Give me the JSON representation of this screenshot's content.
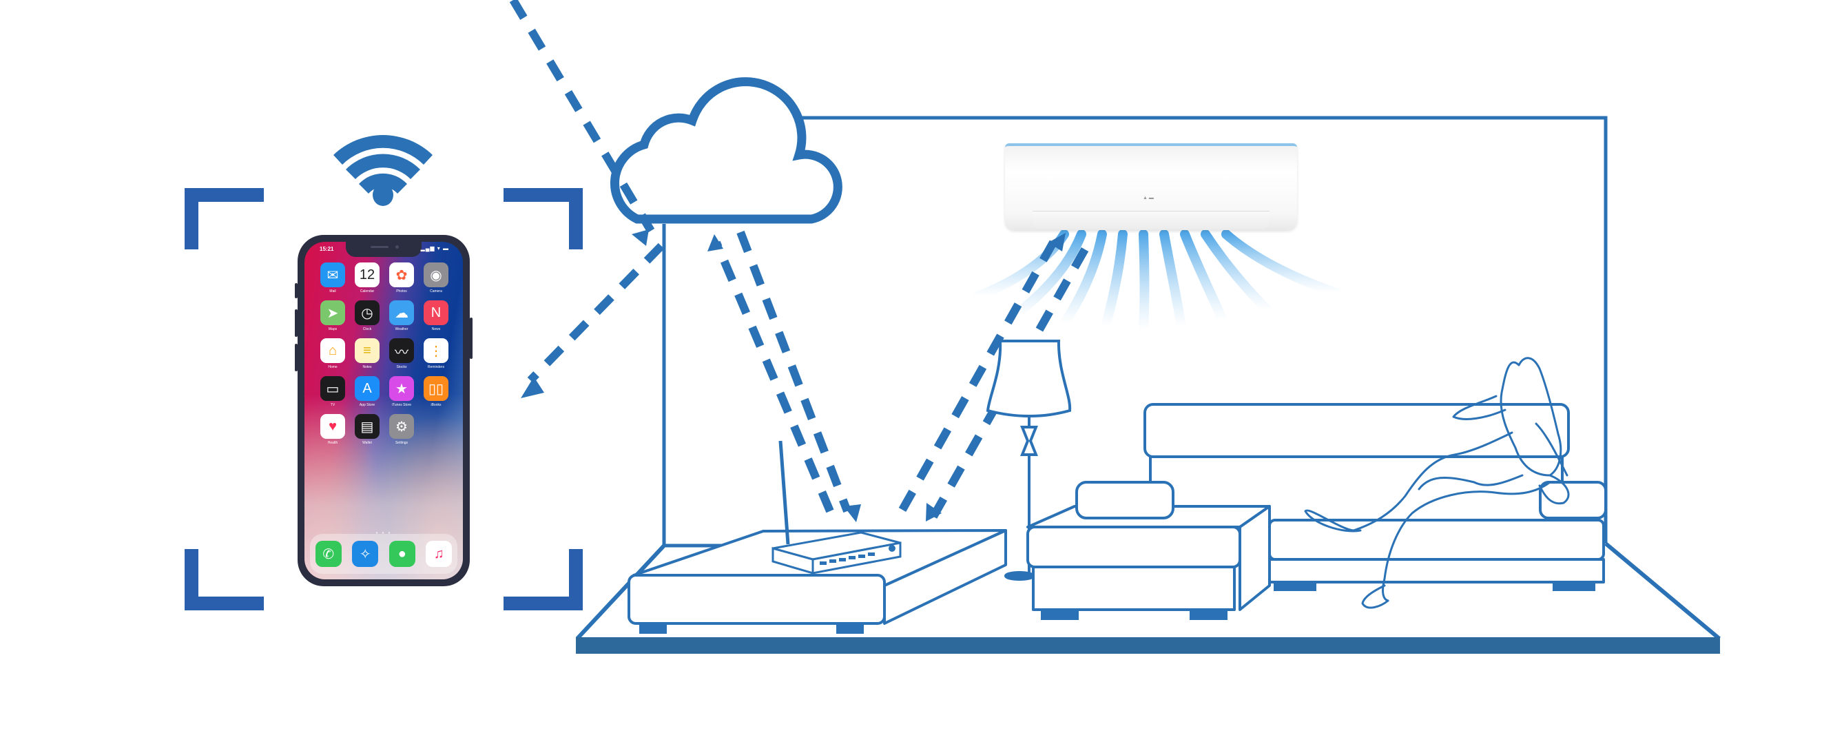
{
  "diagram": {
    "title": "Smart air conditioner control via phone, cloud and Wi-Fi router",
    "nodes": [
      {
        "id": "phone",
        "label": "Smartphone"
      },
      {
        "id": "wifi",
        "label": "Wi-Fi signal"
      },
      {
        "id": "cloud",
        "label": "Cloud"
      },
      {
        "id": "router",
        "label": "Wi-Fi router"
      },
      {
        "id": "ac",
        "label": "Air conditioner"
      }
    ],
    "links": [
      {
        "from": "phone",
        "to": "cloud",
        "style": "dashed",
        "direction": "both"
      },
      {
        "from": "cloud",
        "to": "router",
        "style": "dashed",
        "direction": "both"
      },
      {
        "from": "router",
        "to": "ac",
        "style": "dashed",
        "direction": "both"
      }
    ],
    "colors": {
      "line_blue": "#2a72b5",
      "bracket_blue": "#2a5fae",
      "floor_blue": "#2d6a9b",
      "phone_frame": "#2b2d40",
      "airflow_blue": "#6fb8ea"
    }
  },
  "phone": {
    "status_time": "15:21",
    "status_icons": "▂▄▆ ▾ ▬",
    "page_dots": "• • •",
    "apps": [
      {
        "label": "Mail",
        "icon": "mail-icon",
        "glyph": "✉",
        "color": "#2196f3"
      },
      {
        "label": "Calendar",
        "icon": "calendar-icon",
        "glyph": "12",
        "color": "#ffffff"
      },
      {
        "label": "Photos",
        "icon": "photos-icon",
        "glyph": "✿",
        "color": "#ffffff"
      },
      {
        "label": "Camera",
        "icon": "camera-icon",
        "glyph": "◉",
        "color": "#8e8e93"
      },
      {
        "label": "Maps",
        "icon": "maps-icon",
        "glyph": "➤",
        "color": "#7bc86c"
      },
      {
        "label": "Clock",
        "icon": "clock-icon",
        "glyph": "◷",
        "color": "#1c1c1e"
      },
      {
        "label": "Weather",
        "icon": "weather-icon",
        "glyph": "☁",
        "color": "#3ba1f0"
      },
      {
        "label": "News",
        "icon": "news-icon",
        "glyph": "N",
        "color": "#f2435a"
      },
      {
        "label": "Home",
        "icon": "home-icon",
        "glyph": "⌂",
        "color": "#ffffff"
      },
      {
        "label": "Notes",
        "icon": "notes-icon",
        "glyph": "≡",
        "color": "#fff3c4"
      },
      {
        "label": "Stocks",
        "icon": "stocks-icon",
        "glyph": "〰",
        "color": "#1c1c1e"
      },
      {
        "label": "Reminders",
        "icon": "reminders-icon",
        "glyph": "⋮",
        "color": "#ffffff"
      },
      {
        "label": "TV",
        "icon": "tv-icon",
        "glyph": "▭",
        "color": "#1c1c1e"
      },
      {
        "label": "App Store",
        "icon": "app-store-icon",
        "glyph": "A",
        "color": "#1c8ef9"
      },
      {
        "label": "iTunes Store",
        "icon": "itunes-store-icon",
        "glyph": "★",
        "color": "#d84be8"
      },
      {
        "label": "iBooks",
        "icon": "ibooks-icon",
        "glyph": "▯▯",
        "color": "#ff8a1c"
      },
      {
        "label": "Health",
        "icon": "health-icon",
        "glyph": "♥",
        "color": "#ffffff"
      },
      {
        "label": "Wallet",
        "icon": "wallet-icon",
        "glyph": "▤",
        "color": "#1c1c1e"
      },
      {
        "label": "Settings",
        "icon": "settings-icon",
        "glyph": "⚙",
        "color": "#8e8e93"
      }
    ],
    "dock": [
      {
        "label": "Phone",
        "icon": "phone-app-icon",
        "glyph": "✆",
        "color": "#34c759"
      },
      {
        "label": "Safari",
        "icon": "safari-icon",
        "glyph": "✧",
        "color": "#1e88e5"
      },
      {
        "label": "Messages",
        "icon": "messages-icon",
        "glyph": "●",
        "color": "#34c759"
      },
      {
        "label": "Music",
        "icon": "music-icon",
        "glyph": "♫",
        "color": "#ffffff"
      }
    ]
  },
  "ac_unit": {
    "brand_logo": "logo-icon"
  }
}
